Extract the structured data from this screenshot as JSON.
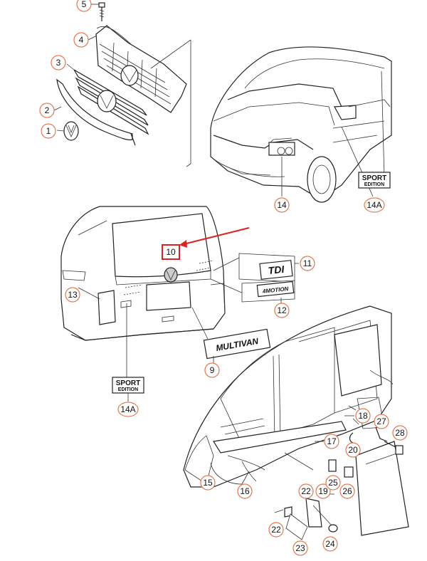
{
  "colors": {
    "callout": "#e07a52",
    "highlight": "#e02020",
    "line": "#222222"
  },
  "callouts": [
    {
      "id": "c1",
      "label": "1"
    },
    {
      "id": "c2",
      "label": "2"
    },
    {
      "id": "c3",
      "label": "3"
    },
    {
      "id": "c4",
      "label": "4"
    },
    {
      "id": "c5",
      "label": "5"
    },
    {
      "id": "c9",
      "label": "9"
    },
    {
      "id": "c10",
      "label": "10"
    },
    {
      "id": "c11",
      "label": "11"
    },
    {
      "id": "c12",
      "label": "12"
    },
    {
      "id": "c13",
      "label": "13"
    },
    {
      "id": "c14",
      "label": "14"
    },
    {
      "id": "c14a1",
      "label": "14A"
    },
    {
      "id": "c14a2",
      "label": "14A"
    },
    {
      "id": "c15",
      "label": "15"
    },
    {
      "id": "c16",
      "label": "16"
    },
    {
      "id": "c17",
      "label": "17"
    },
    {
      "id": "c18",
      "label": "18"
    },
    {
      "id": "c19",
      "label": "19"
    },
    {
      "id": "c20",
      "label": "20"
    },
    {
      "id": "c22a",
      "label": "22"
    },
    {
      "id": "c22b",
      "label": "22"
    },
    {
      "id": "c23",
      "label": "23"
    },
    {
      "id": "c24",
      "label": "24"
    },
    {
      "id": "c25",
      "label": "25"
    },
    {
      "id": "c26",
      "label": "26"
    },
    {
      "id": "c27",
      "label": "27"
    },
    {
      "id": "c28",
      "label": "28"
    }
  ],
  "badges": {
    "sport_edition_1": {
      "line1": "SPORT",
      "line2": "EDITION"
    },
    "sport_edition_2": {
      "line1": "SPORT",
      "line2": "EDITION"
    },
    "tdi": "TDI",
    "multivan": "MULTIVAN",
    "small_emblem": "4MOTION"
  }
}
